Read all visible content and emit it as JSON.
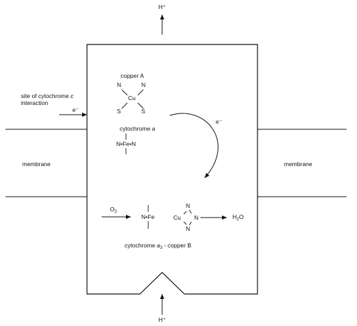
{
  "labels": {
    "proton_top": "H⁺",
    "proton_bottom": "H⁺",
    "site_line1": "site of cytochrome ",
    "site_italic": "c",
    "site_line2": "interaction",
    "electron_in": "e⁻",
    "electron_transfer": "e⁻",
    "membrane_left": "membrane",
    "membrane_right": "membrane",
    "copper_a_title": "copper A",
    "cytochrome_a_prefix": "cytochrome ",
    "cytochrome_a_italic": "a",
    "oxygen_base": "O",
    "oxygen_sub": "2",
    "water_h": "H",
    "water_sub": "2",
    "water_o": "O",
    "a3_prefix": "cytochrome ",
    "a3_italic": "a",
    "a3_sub": "3",
    "a3_suffix": " - copper B"
  },
  "atoms": {
    "n": "N",
    "s": "S",
    "cu": "Cu",
    "fe_n_n": "N•Fe•N",
    "n_fe": "N•Fe"
  }
}
